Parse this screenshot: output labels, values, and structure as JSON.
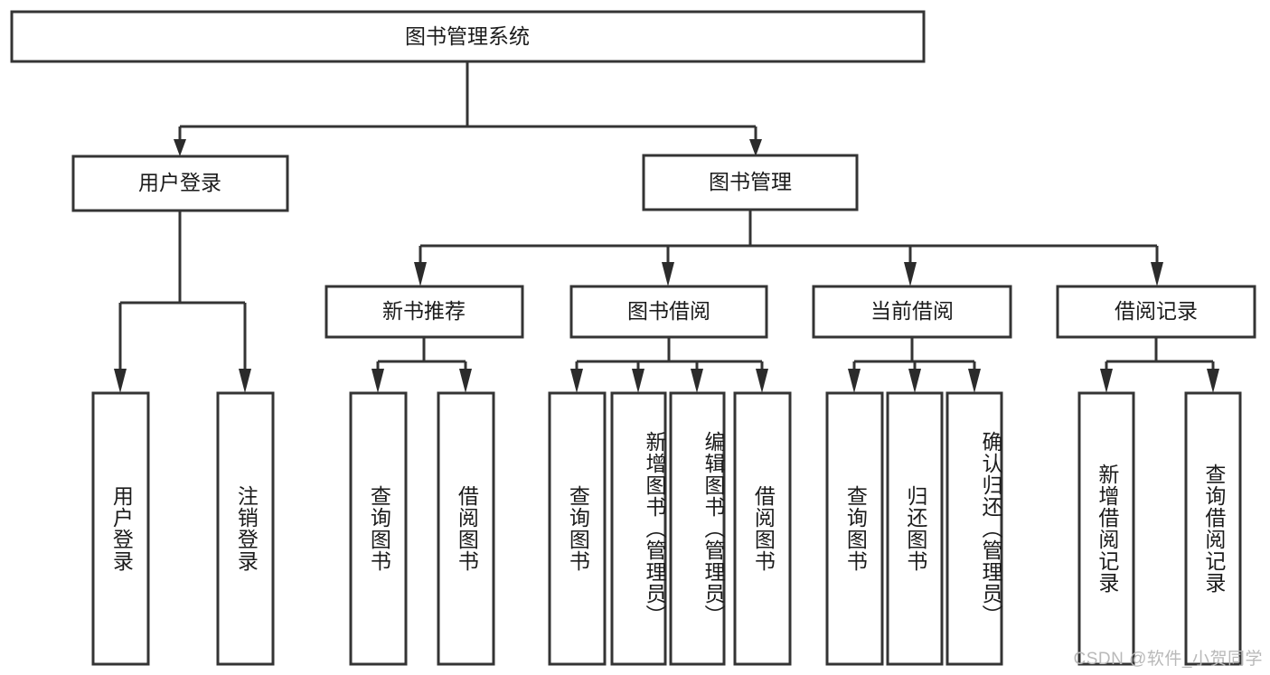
{
  "diagram": {
    "type": "tree-hierarchy",
    "title": "图书管理系统",
    "root": {
      "label": "图书管理系统",
      "orientation": "horizontal"
    },
    "level2": [
      {
        "id": "user-login",
        "label": "用户登录",
        "orientation": "horizontal"
      },
      {
        "id": "book-manage",
        "label": "图书管理",
        "orientation": "horizontal"
      }
    ],
    "level3": [
      {
        "id": "new-book-recommend",
        "label": "新书推荐",
        "orientation": "horizontal",
        "parent": "book-manage"
      },
      {
        "id": "book-borrow",
        "label": "图书借阅",
        "orientation": "horizontal",
        "parent": "book-manage"
      },
      {
        "id": "current-borrow",
        "label": "当前借阅",
        "orientation": "horizontal",
        "parent": "book-manage"
      },
      {
        "id": "borrow-record",
        "label": "借阅记录",
        "orientation": "horizontal",
        "parent": "book-manage"
      }
    ],
    "leaves": [
      {
        "id": "leaf-user-login",
        "label": "用户登录",
        "parent": "user-login"
      },
      {
        "id": "leaf-logout-login",
        "label": "注销登录",
        "parent": "user-login"
      },
      {
        "id": "leaf-query-book-1",
        "label": "查询图书",
        "parent": "new-book-recommend"
      },
      {
        "id": "leaf-borrow-book-1",
        "label": "借阅图书",
        "parent": "new-book-recommend"
      },
      {
        "id": "leaf-query-book-2",
        "label": "查询图书",
        "parent": "book-borrow"
      },
      {
        "id": "leaf-add-book",
        "label": "新增图书（管理员）",
        "parent": "book-borrow"
      },
      {
        "id": "leaf-edit-book",
        "label": "编辑图书（管理员）",
        "parent": "book-borrow"
      },
      {
        "id": "leaf-borrow-book-2",
        "label": "借阅图书",
        "parent": "book-borrow"
      },
      {
        "id": "leaf-query-book-3",
        "label": "查询图书",
        "parent": "current-borrow"
      },
      {
        "id": "leaf-return-book",
        "label": "归还图书",
        "parent": "current-borrow"
      },
      {
        "id": "leaf-confirm-return",
        "label": "确认归还（管理员）",
        "parent": "current-borrow"
      },
      {
        "id": "leaf-add-borrow-record",
        "label": "新增借阅记录",
        "parent": "borrow-record"
      },
      {
        "id": "leaf-query-borrow-record",
        "label": "查询借阅记录",
        "parent": "borrow-record"
      }
    ],
    "colors": {
      "box_stroke": "#343434",
      "box_fill": "#ffffff",
      "connector": "#343434",
      "text": "#1b1b1b",
      "watermark": "#b9b9b9",
      "background": "#ffffff"
    }
  },
  "watermark": {
    "text": "CSDN @软件_小贺同学"
  }
}
